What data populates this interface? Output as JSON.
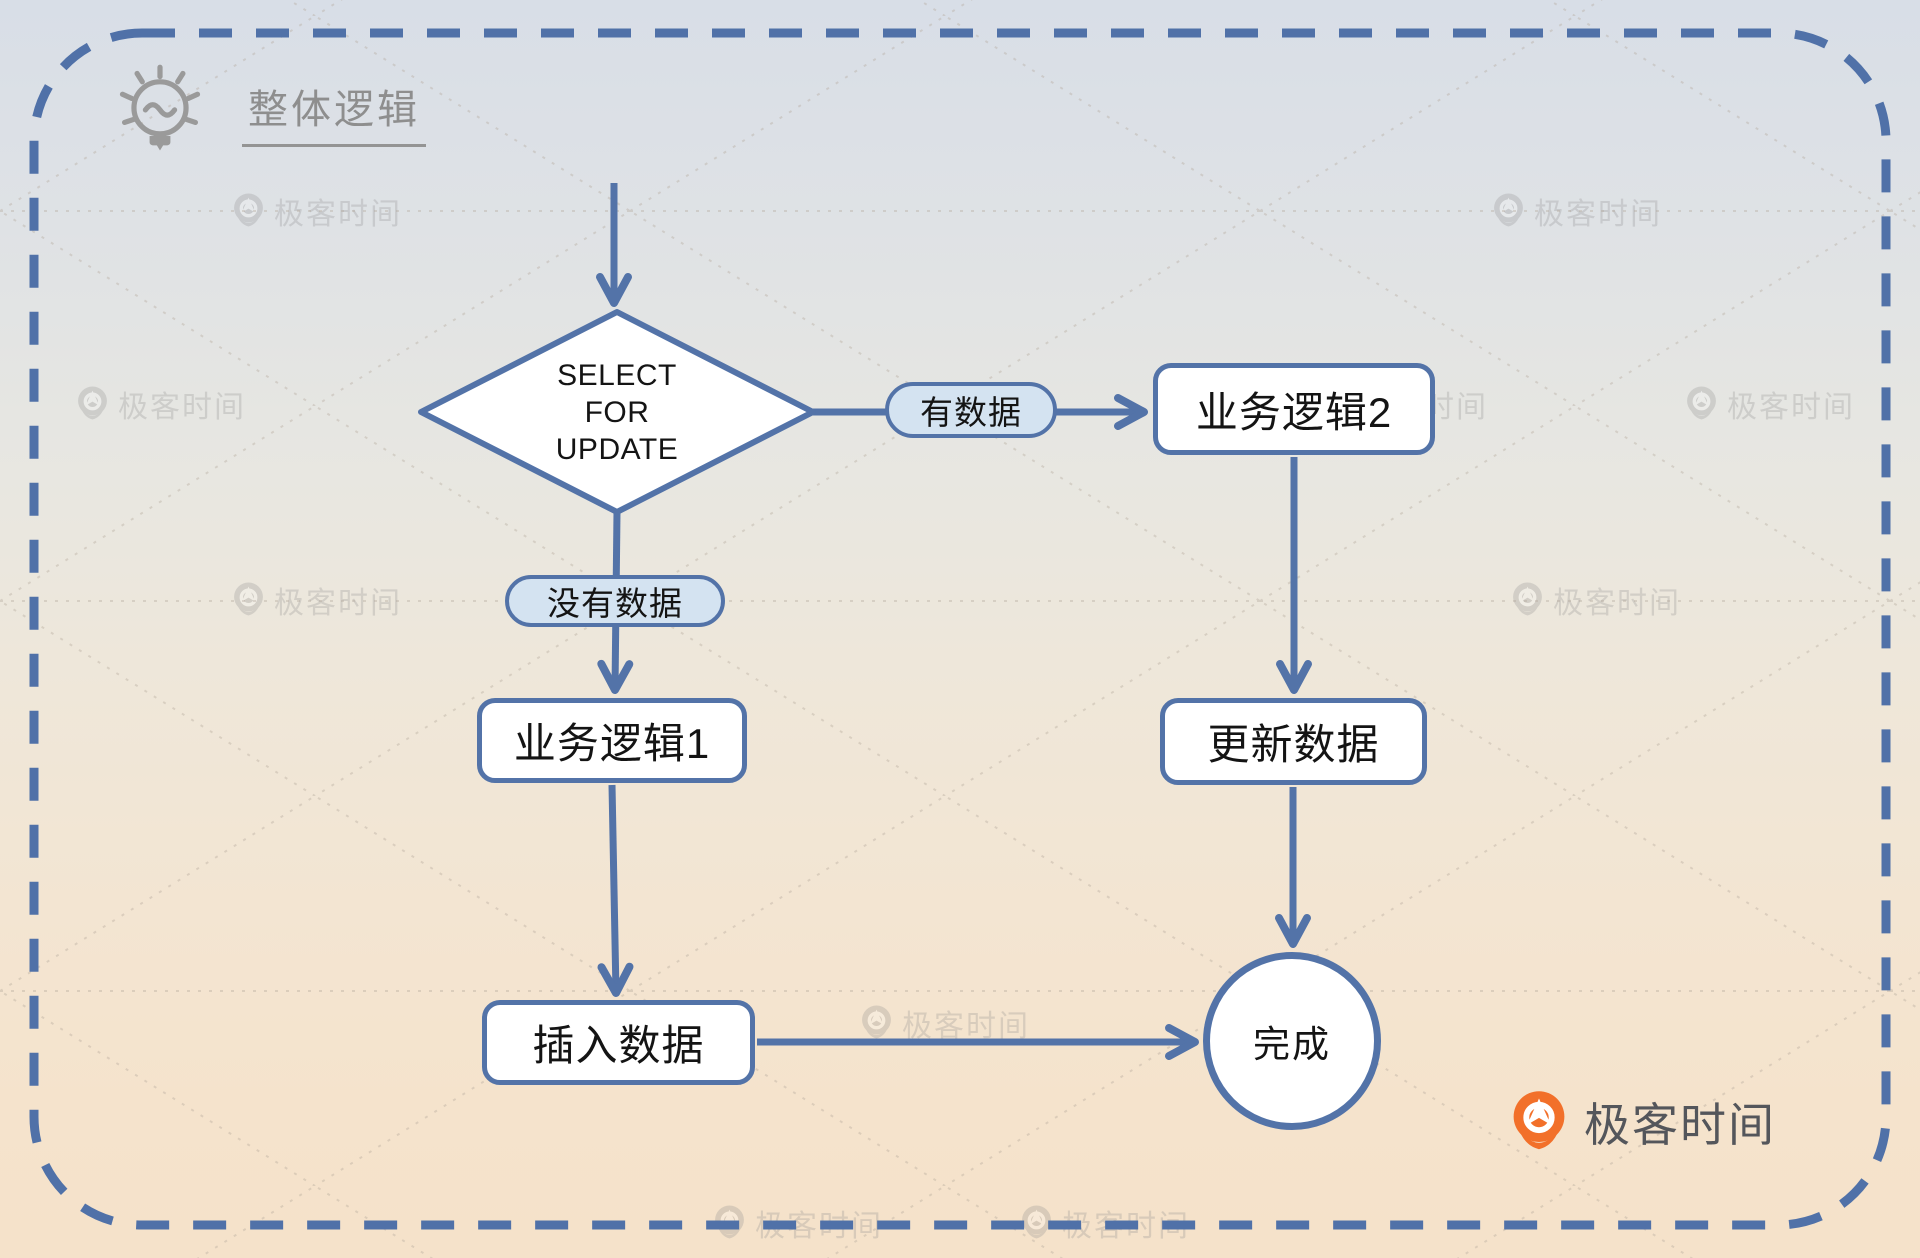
{
  "page": {
    "title": "整体逻辑"
  },
  "diagram": {
    "decision": "SELECT\nFOR\nUPDATE",
    "edge_has_data": "有数据",
    "edge_no_data": "没有数据",
    "node_logic2": "业务逻辑2",
    "node_logic1": "业务逻辑1",
    "node_update": "更新数据",
    "node_insert": "插入数据",
    "node_done": "完成"
  },
  "branding": {
    "logo_text": "极客时间"
  },
  "watermark": {
    "text": "极客时间"
  },
  "colors": {
    "accent": "#5373a8",
    "pill_fill": "#d4e3f1",
    "node_fill": "#ffffff",
    "title_gray": "#8e8e8e",
    "logo_orange": "#f2702a",
    "logo_text_color": "#54565b",
    "bg_top": "#d8dee7",
    "bg_bottom": "#f5e2ca"
  }
}
